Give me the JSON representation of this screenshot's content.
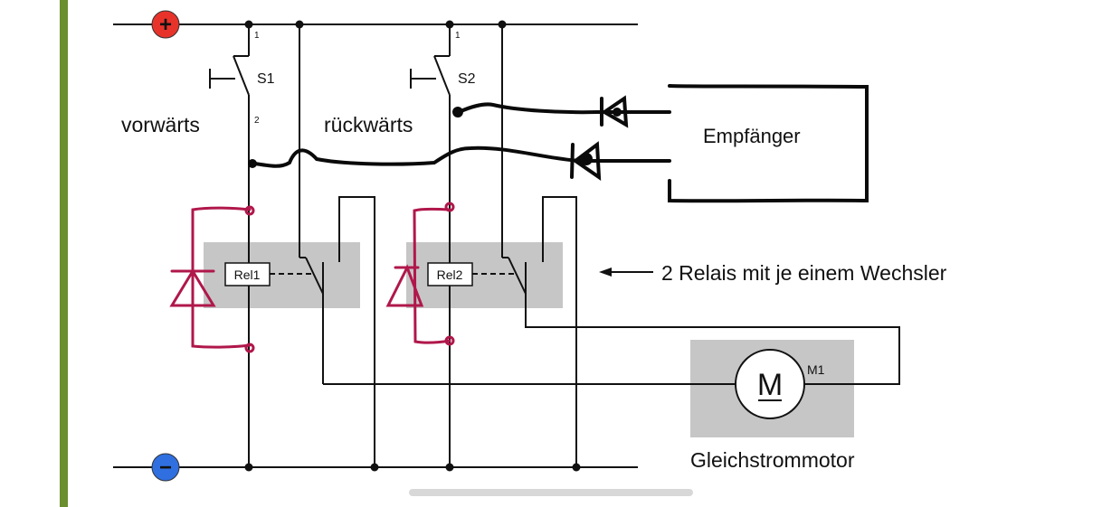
{
  "labels": {
    "s1": "S1",
    "s2": "S2",
    "contact_1a": "1",
    "contact_2a": "2",
    "contact_1b": "1",
    "forward": "vorwärts",
    "backward": "rückwärts",
    "receiver": "Empfänger",
    "rel1": "Rel1",
    "rel2": "Rel2",
    "relay_note": "2 Relais mit je einem Wechsler",
    "motor_symbol": "M",
    "motor_id": "M1",
    "motor_name": "Gleichstrommotor",
    "plus": "+",
    "minus": "−"
  },
  "colors": {
    "wire": "#111111",
    "ink": "#0a0a0a",
    "annotation": "#b0174b",
    "relay_box": "#c6c6c6",
    "plus_terminal": "#e8332b",
    "minus_terminal": "#2f6fe0",
    "left_edge": "#6b8e2f"
  }
}
